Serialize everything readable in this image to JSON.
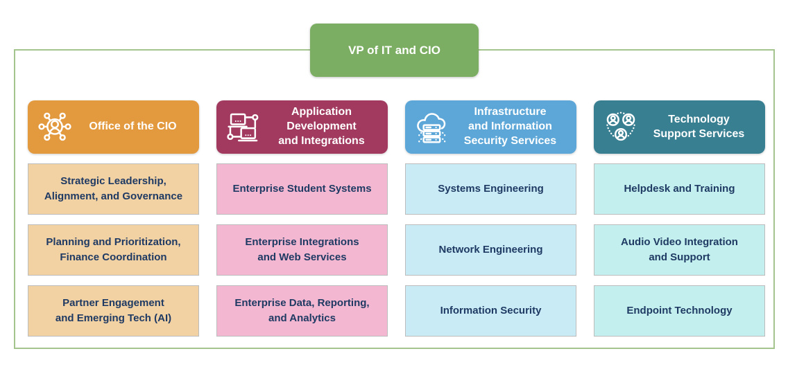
{
  "root": {
    "label": "VP of IT and CIO",
    "color": "#7bae62"
  },
  "frame_border_color": "#a3c48c",
  "text_color_items": "#1f3a63",
  "columns": [
    {
      "header": {
        "label": "Office of the CIO",
        "icon": "org-network-icon",
        "header_color": "#e3993e",
        "item_color": "#f2d1a3"
      },
      "items": [
        "Strategic Leadership,\nAlignment, and Governance",
        "Planning and Prioritization,\nFinance Coordination",
        "Partner Engagement\nand Emerging Tech (AI)"
      ]
    },
    {
      "header": {
        "label": "Application\nDevelopment\nand Integrations",
        "icon": "connected-devices-icon",
        "header_color": "#a23a5f",
        "item_color": "#f3b7d1"
      },
      "items": [
        "Enterprise Student Systems",
        "Enterprise Integrations\nand Web Services",
        "Enterprise Data, Reporting,\nand Analytics"
      ]
    },
    {
      "header": {
        "label": "Infrastructure\nand Information\nSecurity Services",
        "icon": "cloud-servers-icon",
        "header_color": "#5ca7d8",
        "item_color": "#c9ebf6"
      },
      "items": [
        "Systems Engineering",
        "Network Engineering",
        "Information Security"
      ]
    },
    {
      "header": {
        "label": "Technology\nSupport Services",
        "icon": "team-icon",
        "header_color": "#397f92",
        "item_color": "#c3f0ee"
      },
      "items": [
        "Helpdesk and Training",
        "Audio Video Integration\nand Support",
        "Endpoint Technology"
      ]
    }
  ]
}
